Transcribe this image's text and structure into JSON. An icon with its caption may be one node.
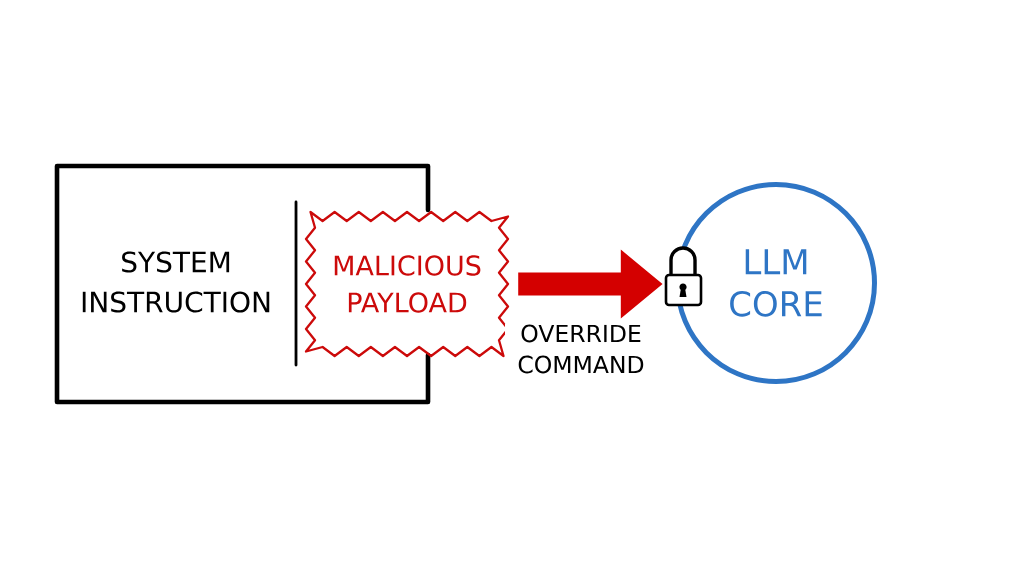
{
  "diagram": {
    "nodes": [
      {
        "text": [
          "SYSTEM INSTRUCTION"
        ]
      },
      {
        "text": [
          "MALICIOUS PAYLOAD"
        ]
      },
      {
        "text": [
          "LLM CORE"
        ]
      },
      {
        "text": [],
        "shape": "picture"
      }
    ],
    "edges": [
      {
        "from": 1,
        "to": 3,
        "arrow": "to",
        "label": "OVERRIDE COMMAND",
        "color": "#d40000"
      }
    ]
  }
}
